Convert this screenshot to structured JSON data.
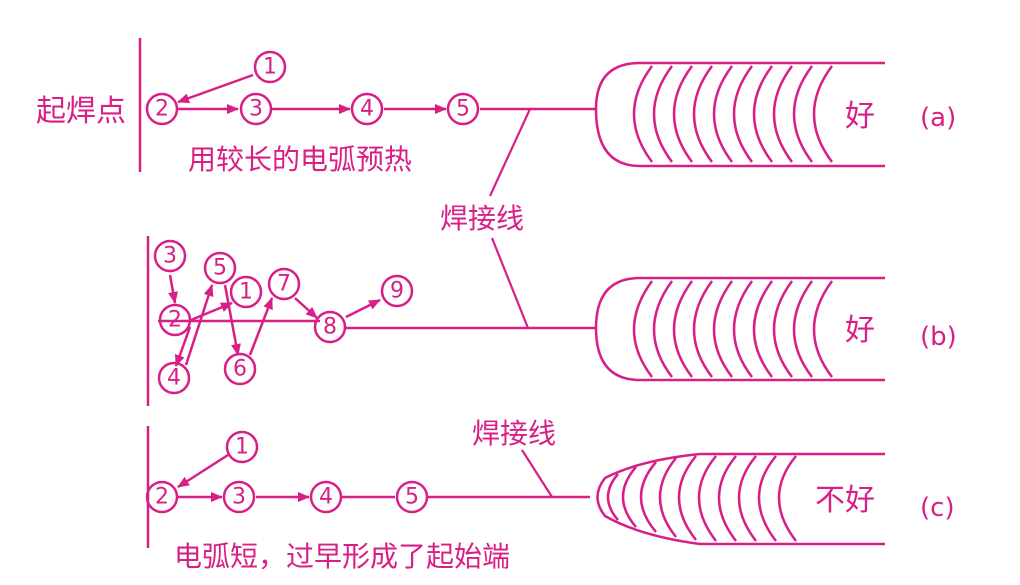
{
  "colors": {
    "stroke": "#d81f86",
    "background": "#ffffff"
  },
  "labels": {
    "start_point": "起焊点",
    "preheat_note": "用较长的电弧预热",
    "weld_line_1": "焊接线",
    "weld_line_2": "焊接线",
    "short_arc_note": "电弧短，过早形成了起始端",
    "good_a": "好",
    "good_b": "好",
    "bad_c": "不好",
    "case_a": "(a)",
    "case_b": "(b)",
    "case_c": "(c)"
  },
  "nodes": {
    "a": [
      "1",
      "2",
      "3",
      "4",
      "5"
    ],
    "b": [
      "3",
      "5",
      "1",
      "7",
      "2",
      "8",
      "9",
      "4",
      "6"
    ],
    "c": [
      "1",
      "2",
      "3",
      "4",
      "5"
    ]
  }
}
